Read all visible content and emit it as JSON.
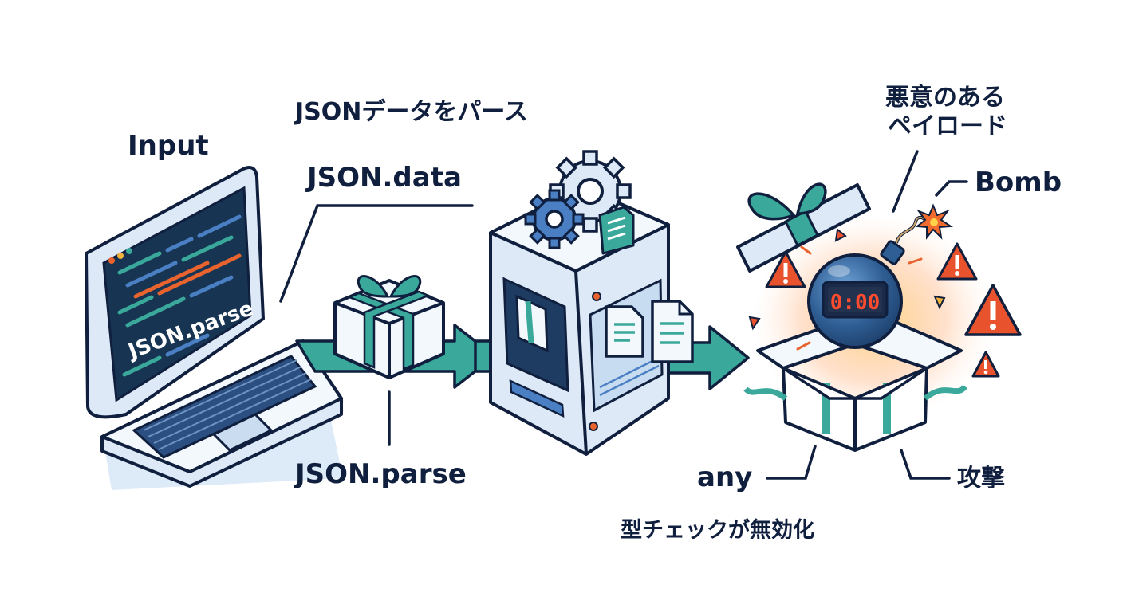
{
  "labels": {
    "input": "Input",
    "parse_title": "JSONデータをパース",
    "json_data": "JSON.data",
    "json_parse_bottom": "JSON.parse",
    "laptop_screen": "JSON.parse",
    "malicious_payload_line1": "悪意のある",
    "malicious_payload_line2": "ペイロード",
    "bomb": "Bomb",
    "any": "any",
    "attack": "攻撃",
    "type_check_disabled": "型チェックが無効化",
    "timer": "0:00"
  },
  "icons": [
    "laptop-icon",
    "gift-box-icon",
    "gear-icon",
    "document-icon",
    "processing-machine-icon",
    "arrow-right-icon",
    "bomb-icon",
    "warning-icon",
    "open-box-icon"
  ],
  "colors": {
    "outline": "#0f1f3d",
    "teal": "#3aa89a",
    "blue": "#4a7fc4",
    "light_blue": "#dde9f7",
    "screen": "#173552",
    "warning": "#e8532e",
    "code_orange": "#e8632e",
    "code_green": "#3aa89a",
    "code_blue": "#4a7fc4"
  }
}
